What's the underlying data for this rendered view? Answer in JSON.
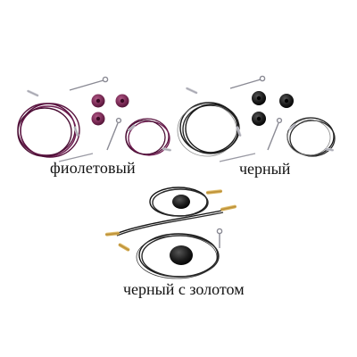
{
  "captions": {
    "purple": "фиолетовый",
    "black": "черный",
    "black_gold": "черный с золотом"
  },
  "colors": {
    "background": "#ffffff",
    "purple_cable": "#5a1440",
    "purple_cap": "#7a2a55",
    "black_cable": "#1a1a1a",
    "black_cable_highlight": "#8a8a8a",
    "gold_connector": "#c8a040",
    "metal": "#b8b8c0",
    "caption_text": "#111111"
  },
  "icons": {
    "purple_set": "purple-cable-set",
    "black_set": "black-cable-set",
    "gold_set": "black-gold-cable-set"
  }
}
